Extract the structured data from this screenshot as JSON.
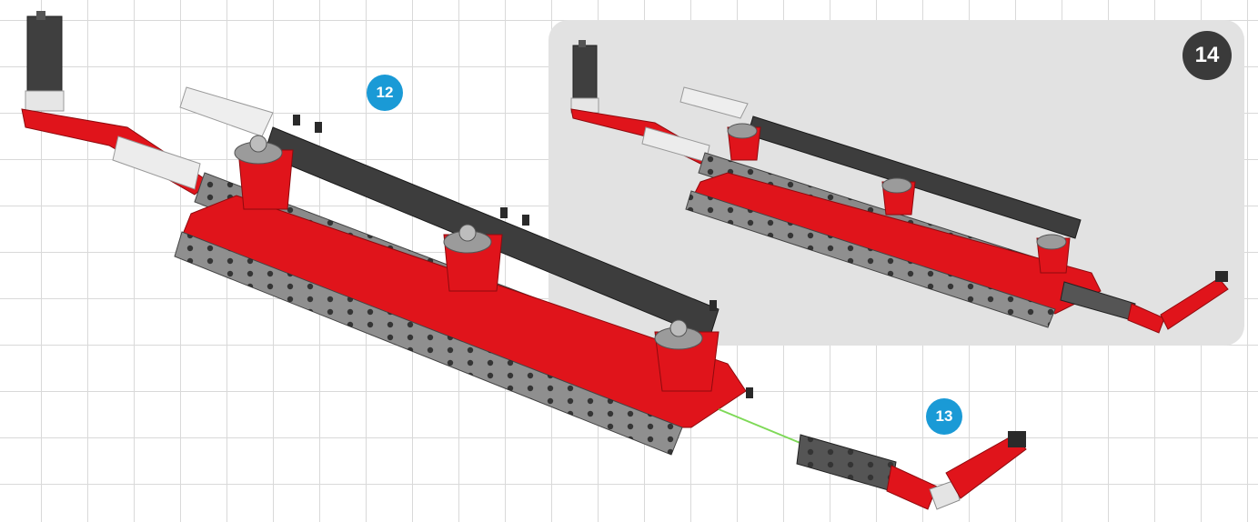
{
  "steps": {
    "step_12": "12",
    "step_13": "13",
    "step_14": "14"
  },
  "colors": {
    "grid": "#d9d9d9",
    "panel": "#e2e2e2",
    "step_blue": "#1a9ad6",
    "step_dark": "#3a3a3a",
    "red_part": "#e0141b",
    "dark_beam": "#3d3d3d",
    "gray_beam": "#8a8a8a",
    "light_part": "#e8e8e8",
    "guide_line": "#7ed957"
  }
}
